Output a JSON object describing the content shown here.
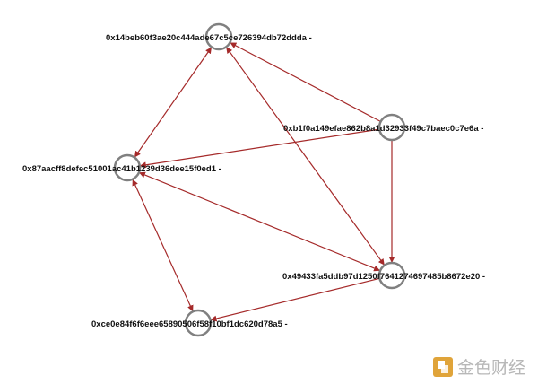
{
  "graph": {
    "node_stroke": "#808080",
    "edge_color": "#a52a2a",
    "label_suffix": " -",
    "nodes": [
      {
        "id": "n1",
        "label": "0x14beb60f3ae20c444ade67c5ce726394db72ddda"
      },
      {
        "id": "n2",
        "label": "0xb1f0a149efae862b8a1d32933f49c7baec0c7e6a"
      },
      {
        "id": "n3",
        "label": "0x87aacff8defec51001ac41b1239d36dee15f0ed1"
      },
      {
        "id": "n4",
        "label": "0x49433fa5ddb97d1250f7641274697485b8672e20"
      },
      {
        "id": "n5",
        "label": "0xce0e84f6f6eee65890506f58f10bf1dc620d78a5"
      }
    ],
    "edges": [
      {
        "from": "n1",
        "to": "n3",
        "arrow_start": true,
        "arrow_end": true
      },
      {
        "from": "n1",
        "to": "n4",
        "arrow_start": true,
        "arrow_end": true
      },
      {
        "from": "n2",
        "to": "n1",
        "arrow_start": false,
        "arrow_end": true
      },
      {
        "from": "n2",
        "to": "n3",
        "arrow_start": false,
        "arrow_end": true
      },
      {
        "from": "n2",
        "to": "n4",
        "arrow_start": false,
        "arrow_end": true
      },
      {
        "from": "n3",
        "to": "n4",
        "arrow_start": true,
        "arrow_end": true
      },
      {
        "from": "n3",
        "to": "n5",
        "arrow_start": true,
        "arrow_end": true
      },
      {
        "from": "n4",
        "to": "n5",
        "arrow_start": false,
        "arrow_end": true
      }
    ]
  },
  "watermark": {
    "text": "金色财经",
    "icon": "jinse-logo-icon",
    "color": "#e0a43a"
  }
}
